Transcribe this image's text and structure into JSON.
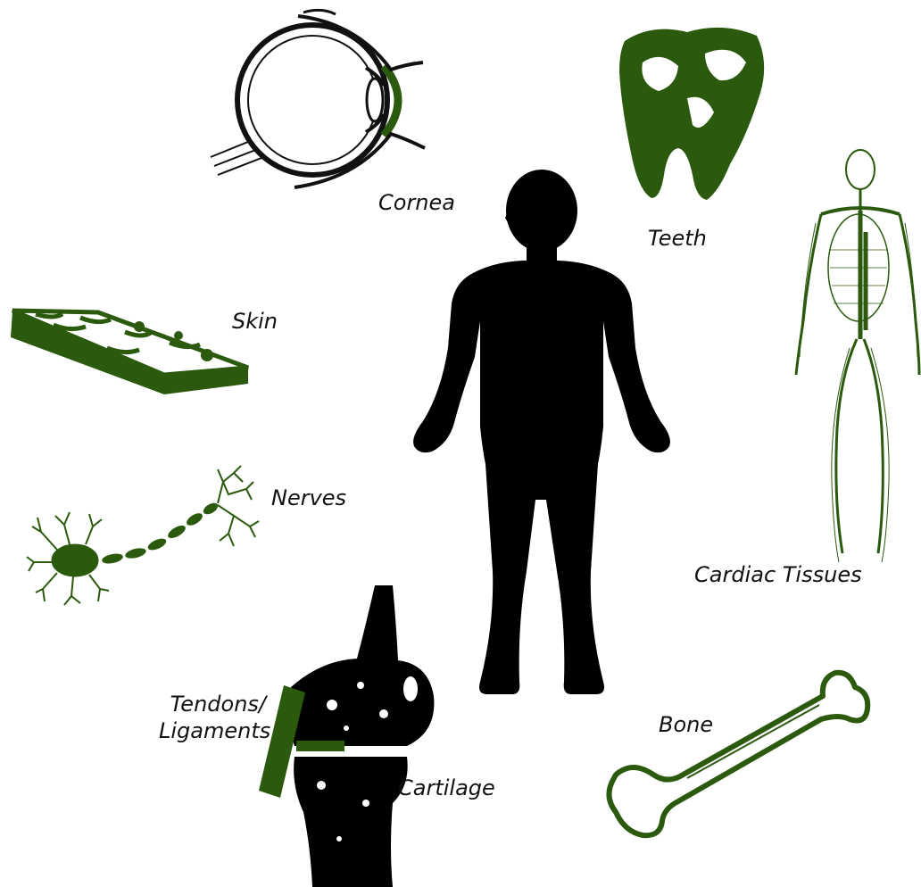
{
  "diagram": {
    "colors": {
      "tissue": "#2b5a0e",
      "silhouette": "#000000",
      "outline": "#111111",
      "background": "#ffffff"
    },
    "center_figure": "human-silhouette",
    "labels": {
      "cornea": "Cornea",
      "teeth": "Teeth",
      "skin": "Skin",
      "cardiac": "Cardiac Tissues",
      "nerves": "Nerves",
      "tendons_line1": "Tendons/",
      "tendons_line2": "Ligaments",
      "cartilage": "Cartilage",
      "bone": "Bone"
    }
  }
}
